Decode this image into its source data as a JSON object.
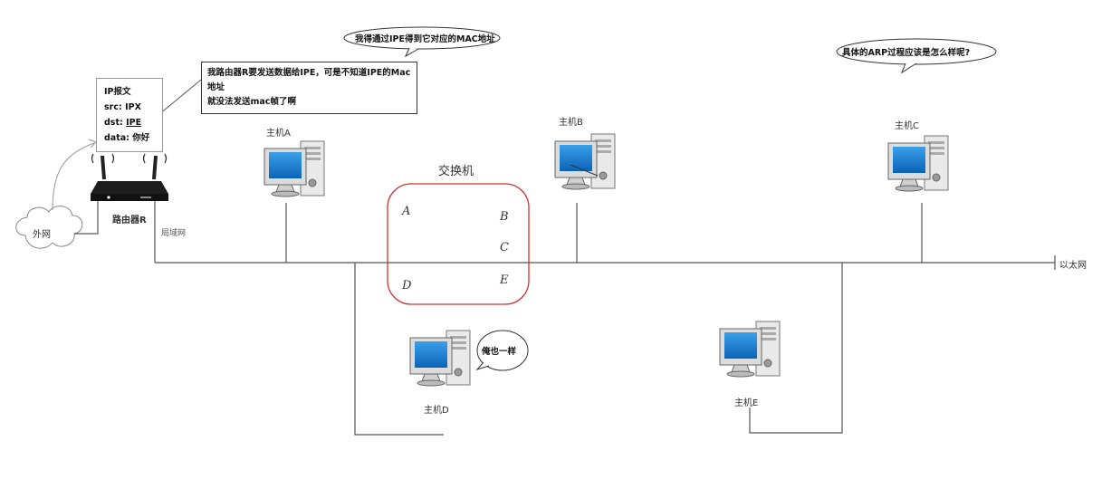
{
  "router": {
    "label": "路由器R",
    "wan_label": "外网",
    "lan_label": "局域网"
  },
  "packet": {
    "title": "IP报文",
    "src_key": "src:",
    "src_val": "IPX",
    "dst_key": "dst:",
    "dst_val": "IPE",
    "data_key": "data:",
    "data_val": "你好"
  },
  "router_note": {
    "line1": "我路由器R要发送数据给IPE，可是不知道IPE的Mac地址",
    "line2": "就没法发送mac帧了啊"
  },
  "bubbles": {
    "top": "我得通过IPE得到它对应的MAC地址",
    "arp": "具体的ARP过程应该是怎么样呢?",
    "hostD": "俺也一样"
  },
  "switch": {
    "title": "交换机",
    "ports": [
      "A",
      "B",
      "C",
      "D",
      "E"
    ]
  },
  "hosts": {
    "A": "主机A",
    "B": "主机B",
    "C": "主机C",
    "D": "主机D",
    "E": "主机E"
  },
  "ethernet_label": "以太网"
}
